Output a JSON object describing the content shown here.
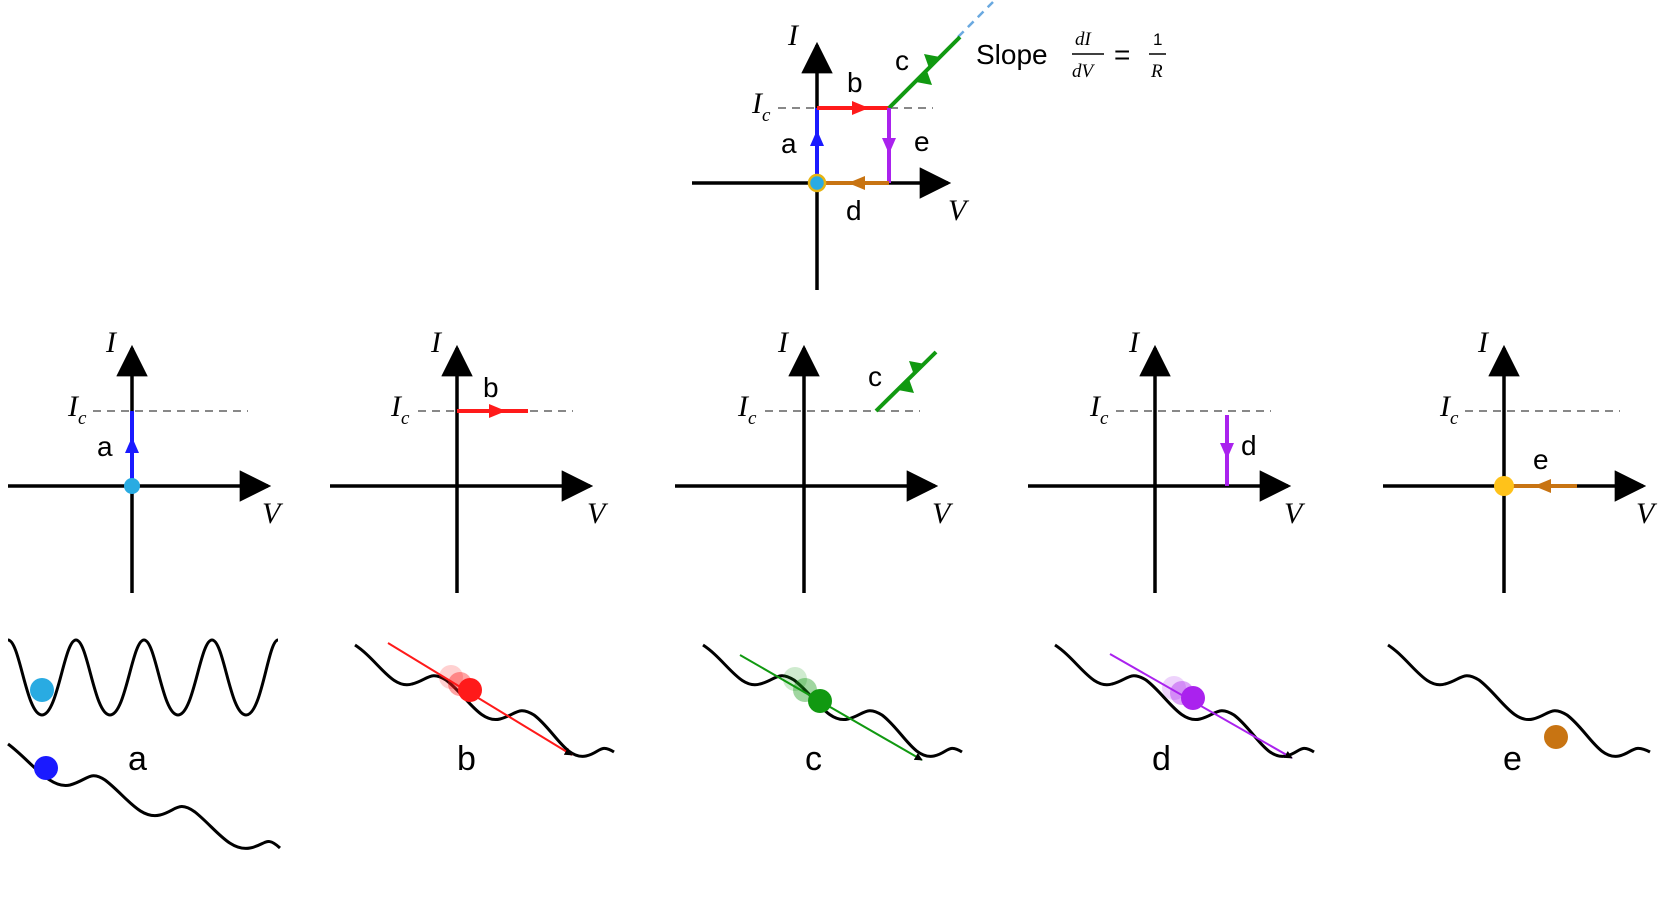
{
  "labels": {
    "current": "I",
    "critical_current_main": "I",
    "critical_current_sub": "c",
    "voltage": "V",
    "slope_word": "Slope",
    "slope_num": "dI",
    "slope_den": "dV",
    "slope_eq": "=",
    "slope_rhs_num": "1",
    "slope_rhs_den": "R"
  },
  "segments": {
    "a": "a",
    "b": "b",
    "c": "c",
    "d": "d",
    "e": "e"
  },
  "panel_d_path_label": "d",
  "panel_e_path_label": "e",
  "washboard_captions": [
    "a",
    "b",
    "c",
    "d",
    "e"
  ],
  "colors": {
    "a_light": "#29abe2",
    "a_dark": "#1a1aff",
    "b": "#ff1a1a",
    "c": "#119911",
    "d": "#aa22ee",
    "e": "#c87412",
    "gold": "#ffc21a",
    "dashed": "#888888",
    "slope_line": "#6aa9e0"
  }
}
